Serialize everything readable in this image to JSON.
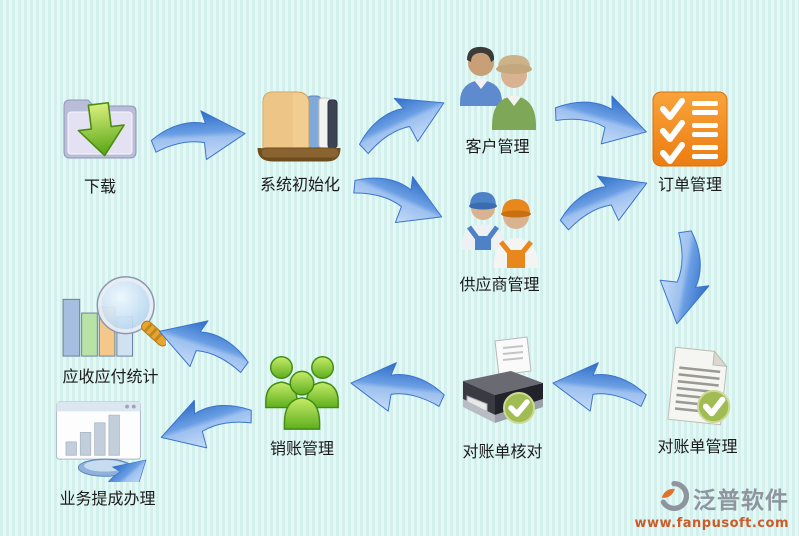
{
  "background": {
    "base": "#dcf4f2",
    "stripe_light": "#e4f8f6",
    "stripe_dark": "#d4f0ed"
  },
  "arrow_color": "#4d86d8",
  "nodes": [
    {
      "id": "download",
      "label": "下载",
      "icon": "download-folder-icon"
    },
    {
      "id": "system-init",
      "label": "系统初始化",
      "icon": "folder-documents-icon"
    },
    {
      "id": "customer-mgmt",
      "label": "客户管理",
      "icon": "customer-people-icon"
    },
    {
      "id": "supplier-mgmt",
      "label": "供应商管理",
      "icon": "supplier-workers-icon"
    },
    {
      "id": "order-mgmt",
      "label": "订单管理",
      "icon": "order-checklist-icon"
    },
    {
      "id": "statement-mgmt",
      "label": "对账单管理",
      "icon": "statement-document-check-icon"
    },
    {
      "id": "statement-check",
      "label": "对账单核对",
      "icon": "printer-check-icon"
    },
    {
      "id": "writeoff-mgmt",
      "label": "销账管理",
      "icon": "green-people-icon"
    },
    {
      "id": "ar-ap-stats",
      "label": "应收应付统计",
      "icon": "magnifier-barchart-icon"
    },
    {
      "id": "commission",
      "label": "业务提成办理",
      "icon": "report-growth-icon"
    }
  ],
  "edges": [
    {
      "from": "download",
      "to": "system-init"
    },
    {
      "from": "system-init",
      "to": "customer-mgmt"
    },
    {
      "from": "system-init",
      "to": "supplier-mgmt"
    },
    {
      "from": "customer-mgmt",
      "to": "order-mgmt"
    },
    {
      "from": "supplier-mgmt",
      "to": "order-mgmt"
    },
    {
      "from": "order-mgmt",
      "to": "statement-mgmt"
    },
    {
      "from": "statement-mgmt",
      "to": "statement-check"
    },
    {
      "from": "statement-check",
      "to": "writeoff-mgmt"
    },
    {
      "from": "writeoff-mgmt",
      "to": "ar-ap-stats"
    },
    {
      "from": "writeoff-mgmt",
      "to": "commission"
    }
  ],
  "logo": {
    "name": "泛普软件",
    "url": "www.fanpusoft.com"
  }
}
